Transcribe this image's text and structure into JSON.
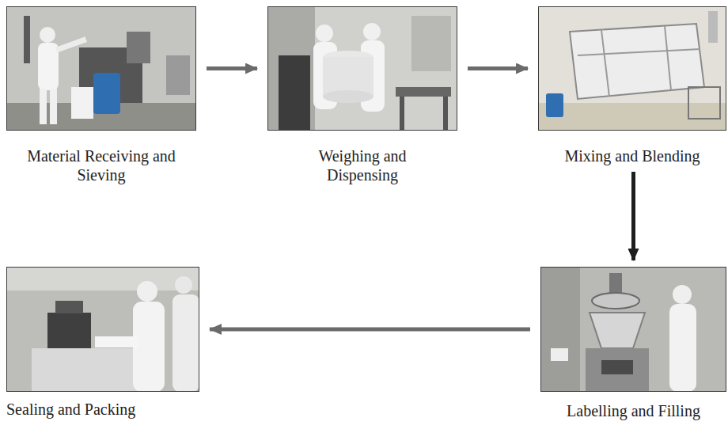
{
  "diagram": {
    "nodes": [
      {
        "text": [
          "Material Receiving and Sieving"
        ]
      },
      {
        "text": [
          "Weighing and Dispensing"
        ]
      },
      {
        "text": [
          "Mixing and Blending"
        ]
      },
      {
        "text": [
          "Labelling and Filling"
        ]
      },
      {
        "text": [
          "Sealing and Packing"
        ]
      }
    ],
    "edges": [
      {
        "from": 0,
        "to": 1,
        "arrow": "to"
      },
      {
        "from": 1,
        "to": 2,
        "arrow": "to"
      },
      {
        "from": 2,
        "to": 3,
        "arrow": "to"
      },
      {
        "from": 3,
        "to": 4,
        "arrow": "to"
      }
    ]
  }
}
